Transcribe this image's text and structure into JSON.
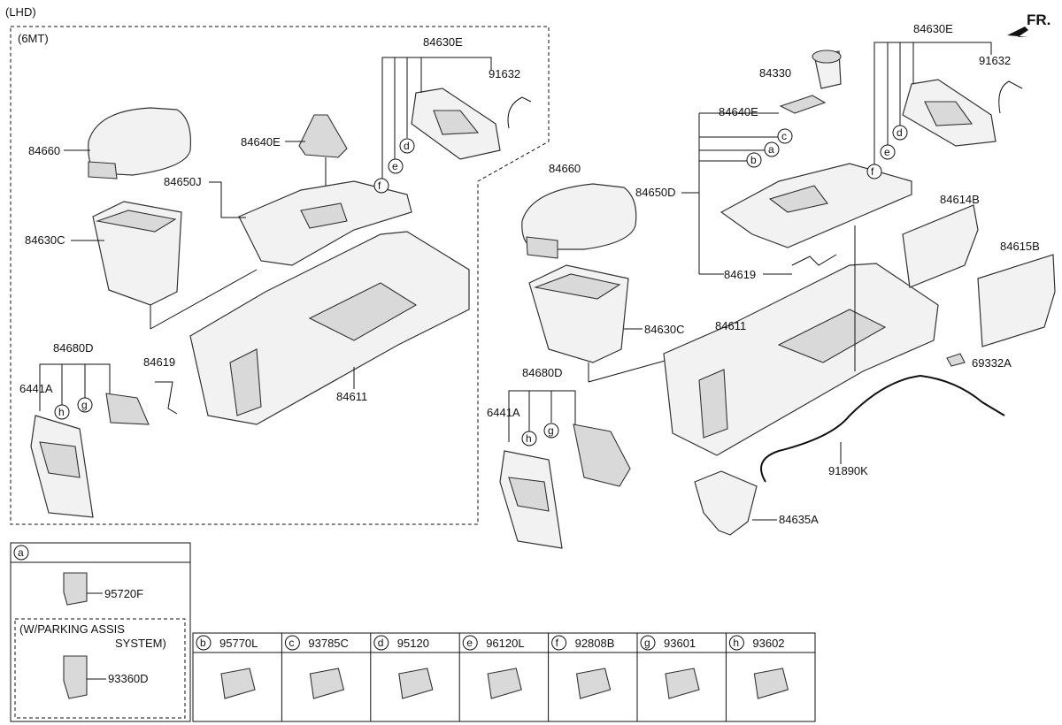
{
  "header": {
    "variant": "(LHD)",
    "transmission": "(6MT)",
    "direction": "FR."
  },
  "left_group": {
    "p84630E": "84630E",
    "p91632": "91632",
    "p84660": "84660",
    "p84640E": "84640E",
    "p84650J": "84650J",
    "p84630C": "84630C",
    "p84680D": "84680D",
    "p6441A": "6441A",
    "p84619": "84619",
    "p84611": "84611"
  },
  "right_group": {
    "p84630E": "84630E",
    "p91632": "91632",
    "p84330": "84330",
    "p84640E": "84640E",
    "p84660": "84660",
    "p84650D": "84650D",
    "p84614B": "84614B",
    "p84615B": "84615B",
    "p84619": "84619",
    "p84611": "84611",
    "p84630C": "84630C",
    "p69332A": "69332A",
    "p84680D": "84680D",
    "p6441A": "6441A",
    "p91890K": "91890K",
    "p84635A": "84635A"
  },
  "callouts": {
    "a": "a",
    "b": "b",
    "c": "c",
    "d": "d",
    "e": "e",
    "f": "f",
    "g": "g",
    "h": "h"
  },
  "legend": {
    "a_box": {
      "letter": "a",
      "part": "95720F",
      "note_line1": "(W/PARKING ASSIS",
      "note_line2": "SYSTEM)",
      "note_part": "93360D"
    },
    "cells": [
      {
        "letter": "b",
        "part": "95770L"
      },
      {
        "letter": "c",
        "part": "93785C"
      },
      {
        "letter": "d",
        "part": "95120"
      },
      {
        "letter": "e",
        "part": "96120L"
      },
      {
        "letter": "f",
        "part": "92808B"
      },
      {
        "letter": "g",
        "part": "93601"
      },
      {
        "letter": "h",
        "part": "93602"
      }
    ]
  }
}
